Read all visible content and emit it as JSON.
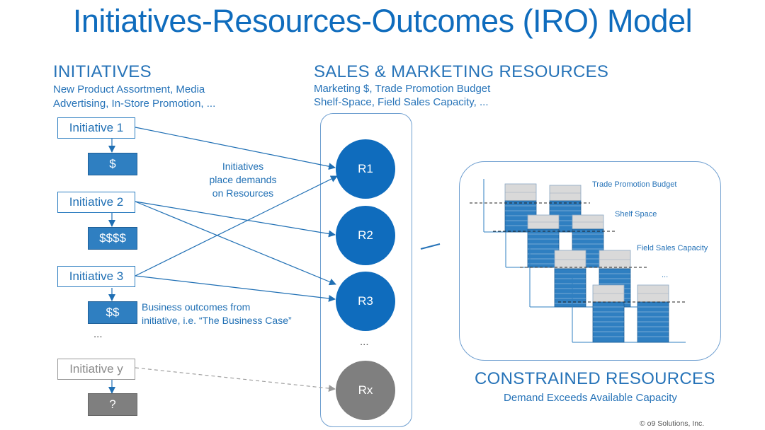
{
  "title": "Initiatives-Resources-Outcomes (IRO) Model",
  "initiatives": {
    "heading": "INITIATIVES",
    "subtitle_line1": "New Product Assortment, Media",
    "subtitle_line2": "Advertising, In-Store Promotion, ...",
    "items": [
      {
        "label": "Initiative 1",
        "outcome": "$"
      },
      {
        "label": "Initiative 2",
        "outcome": "$$$$"
      },
      {
        "label": "Initiative 3",
        "outcome": "$$"
      },
      {
        "label": "Initiative y",
        "outcome": "?"
      }
    ],
    "ellipsis": "...",
    "demand_note_line1": "Initiatives",
    "demand_note_line2": "place demands",
    "demand_note_line3": "on Resources",
    "outcome_note_line1": "Business outcomes from",
    "outcome_note_line2": "initiative, i.e. “The Business Case”"
  },
  "resources": {
    "heading": "SALES & MARKETING RESOURCES",
    "subtitle_line1": "Marketing $, Trade Promotion Budget",
    "subtitle_line2": "Shelf-Space, Field Sales Capacity, ...",
    "nodes": [
      "R1",
      "R2",
      "R3",
      "Rx"
    ],
    "ellipsis": "..."
  },
  "constrained": {
    "heading": "CONSTRAINED RESOURCES",
    "subtitle": "Demand Exceeds Available Capacity",
    "chart_labels": [
      "Trade Promotion Budget",
      "Shelf Space",
      "Field Sales Capacity",
      "..."
    ]
  },
  "copyright": "© o9 Solutions, Inc.",
  "colors": {
    "primary": "#0f6cbd",
    "box_fill": "#2f7fc1",
    "gray": "#7f7f7f",
    "bar_light": "#d9d9d9"
  }
}
